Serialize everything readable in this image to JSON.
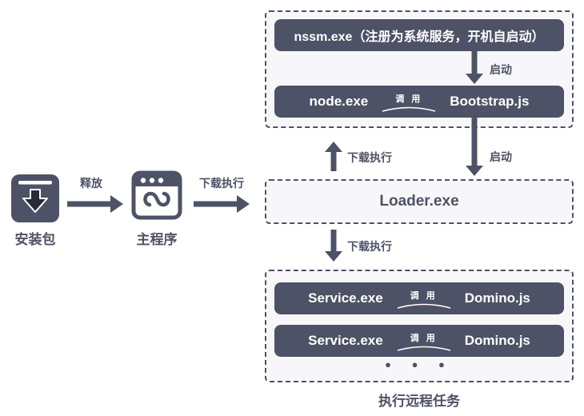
{
  "colors": {
    "slate": "#4e5266",
    "panel_bg": "#f7f7f9",
    "arrow_inner": "#272a37",
    "white": "#ffffff"
  },
  "icons": {
    "installer": "package-download-icon",
    "main_program": "app-window-script-icon"
  },
  "left_flow": {
    "installer_label": "安装包",
    "drop_arrow_label": "释放",
    "main_program_label": "主程序",
    "download_exec_label": "下载执行"
  },
  "top_panel": {
    "nssm_text": "nssm.exe（注册为系统服务，开机自启动）",
    "start_label": "启动",
    "node_text": "node.exe",
    "call_label": "调 用",
    "bootstrap_text": "Bootstrap.js"
  },
  "middle": {
    "upload_label": "下载执行",
    "start_label": "启动",
    "loader_text": "Loader.exe",
    "download_label": "下载执行"
  },
  "bottom_panel": {
    "services": [
      {
        "exe": "Service.exe",
        "call": "调 用",
        "js": "Domino.js"
      },
      {
        "exe": "Service.exe",
        "call": "调 用",
        "js": "Domino.js"
      }
    ],
    "ellipsis": "● ● ●",
    "caption": "执行远程任务"
  }
}
